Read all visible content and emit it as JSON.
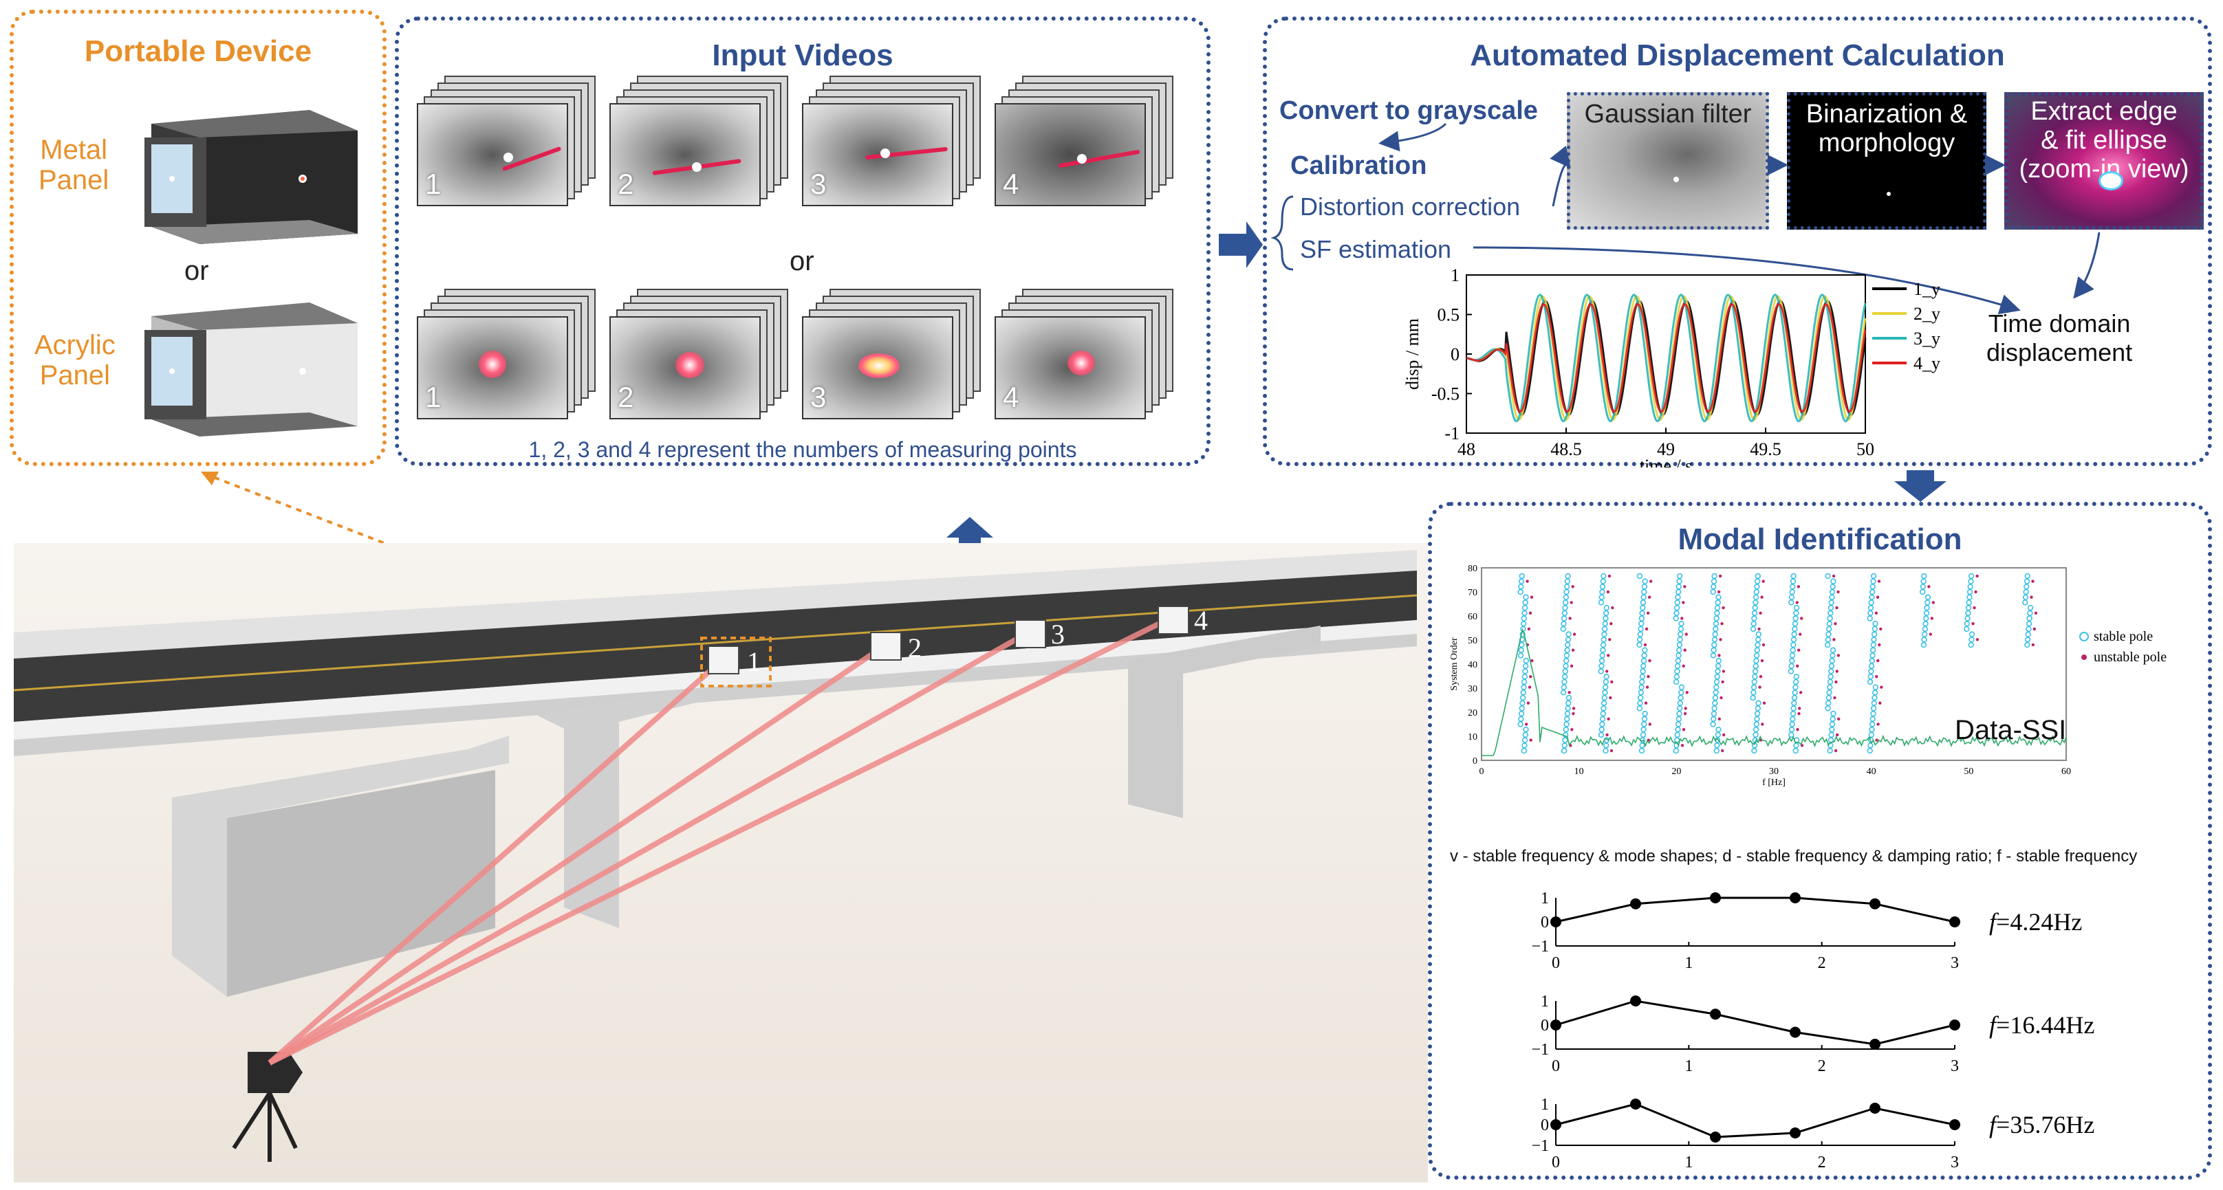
{
  "portable_device": {
    "title": "Portable Device",
    "metal_label": "Metal\nPanel",
    "or_label": "or",
    "acrylic_label": "Acrylic\nPanel"
  },
  "input_videos": {
    "title": "Input Videos",
    "or_label": "or",
    "frame_numbers": [
      "1",
      "2",
      "3",
      "4"
    ],
    "caption": "1, 2, 3 and 4 represent the numbers of measuring points"
  },
  "displacement": {
    "title": "Automated Displacement Calculation",
    "convert": "Convert to grayscale",
    "calibration": "Calibration",
    "distortion": "Distortion correction",
    "sf": "SF estimation",
    "steps": [
      "Gaussian filter",
      "Binarization &\nmorphology",
      "Extract edge\n& fit ellipse\n(zoom-in view)"
    ],
    "time_domain": "Time domain\ndisplacement",
    "chart": {
      "ylabel": "disp / mm",
      "xlabel": "time / s",
      "xticks": [
        "48",
        "48.5",
        "49",
        "49.5",
        "50"
      ],
      "yticks": [
        "1",
        "0.5",
        "0",
        "-0.5",
        "-1"
      ]
    }
  },
  "modal": {
    "title": "Modal Identification",
    "method": "Data-SSI",
    "legend": [
      "stable pole",
      "unstable pole"
    ],
    "ylabel": "System Order",
    "xlabel": "f [Hz]",
    "xticks": [
      "0",
      "10",
      "20",
      "30",
      "40",
      "50",
      "60"
    ],
    "yticks": [
      "80",
      "70",
      "60",
      "50",
      "40",
      "30",
      "20",
      "10",
      "0"
    ],
    "note": "v - stable frequency & mode shapes; d - stable frequency & damping ratio; f - stable frequency",
    "modes": [
      {
        "label": "=4.24Hz",
        "shape": [
          0,
          0.75,
          1.0,
          1.0,
          0.75,
          0
        ]
      },
      {
        "label": "=16.44Hz",
        "shape": [
          0,
          1.0,
          0.45,
          -0.3,
          -0.8,
          0
        ]
      },
      {
        "label": "=35.76Hz",
        "shape": [
          0,
          1.0,
          -0.6,
          -0.4,
          0.8,
          0
        ]
      }
    ],
    "mode_xticks": [
      "0",
      "1",
      "2",
      "3"
    ],
    "mode_yticks": [
      "1",
      "0",
      "−1"
    ]
  },
  "bridge": {
    "point_numbers": [
      "1",
      "2",
      "3",
      "4"
    ]
  },
  "chart_data": {
    "type": "line",
    "xlabel": "time / s",
    "ylabel": "disp / mm",
    "xlim": [
      48,
      50
    ],
    "ylim": [
      -1,
      1
    ],
    "xticks": [
      48,
      48.5,
      49,
      49.5,
      50
    ],
    "yticks": [
      -1,
      -0.5,
      0,
      0.5,
      1
    ],
    "series": [
      {
        "name": "1_y",
        "color": "#000000"
      },
      {
        "name": "2_y",
        "color": "#e8d23a"
      },
      {
        "name": "3_y",
        "color": "#2ab6b6"
      },
      {
        "name": "4_y",
        "color": "#e02020"
      }
    ],
    "x": [
      48.0,
      48.1,
      48.2,
      48.25,
      48.3,
      48.35,
      48.4,
      48.45,
      48.5,
      48.55,
      48.6,
      48.65,
      48.7,
      48.75,
      48.8,
      48.85,
      48.9,
      48.95,
      49.0,
      49.05,
      49.1,
      49.15,
      49.2,
      49.25,
      49.3,
      49.35,
      49.4,
      49.45,
      49.5,
      49.55,
      49.6,
      49.65,
      49.7,
      49.75,
      49.8,
      49.85,
      49.9,
      49.95,
      50.0
    ],
    "y_envelope_amplitude": 0.8
  }
}
